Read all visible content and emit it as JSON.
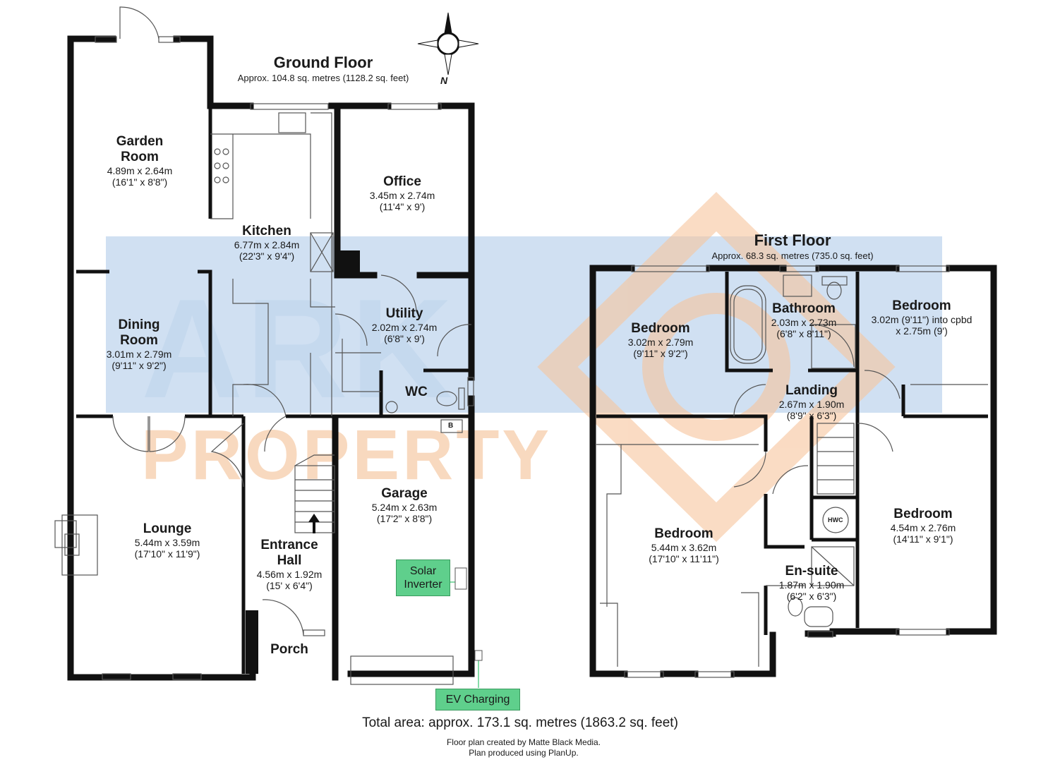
{
  "watermark": {
    "line1": "ARK",
    "line2": "PROPERTY",
    "blue": "#8fb3de",
    "orange": "#f7c49c"
  },
  "ground_floor": {
    "title": "Ground Floor",
    "area": "Approx. 104.8 sq. metres (1128.2 sq. feet)",
    "rooms": {
      "garden_room": {
        "name1": "Garden",
        "name2": "Room",
        "metric": "4.89m x 2.64m",
        "imperial": "(16'1\" x 8'8\")"
      },
      "kitchen": {
        "name": "Kitchen",
        "metric": "6.77m x 2.84m",
        "imperial": "(22'3\" x 9'4\")"
      },
      "office": {
        "name": "Office",
        "metric": "3.45m x 2.74m",
        "imperial": "(11'4\" x 9')"
      },
      "dining_room": {
        "name1": "Dining",
        "name2": "Room",
        "metric": "3.01m x 2.79m",
        "imperial": "(9'11\" x 9'2\")"
      },
      "utility": {
        "name": "Utility",
        "metric": "2.02m x 2.74m",
        "imperial": "(6'8\" x 9')"
      },
      "wc": {
        "name": "WC"
      },
      "lounge": {
        "name": "Lounge",
        "metric": "5.44m x 3.59m",
        "imperial": "(17'10\" x 11'9\")"
      },
      "entrance_hall": {
        "name1": "Entrance",
        "name2": "Hall",
        "metric": "4.56m x 1.92m",
        "imperial": "(15' x 6'4\")"
      },
      "garage": {
        "name": "Garage",
        "metric": "5.24m x 2.63m",
        "imperial": "(17'2\" x 8'8\")"
      },
      "porch": {
        "name": "Porch"
      }
    },
    "boiler_label": "B",
    "solar_inverter": {
      "line1": "Solar",
      "line2": "Inverter"
    },
    "ev_charging": "EV Charging"
  },
  "first_floor": {
    "title": "First Floor",
    "area": "Approx. 68.3 sq. metres (735.0 sq. feet)",
    "rooms": {
      "bedroom_front_left": {
        "name": "Bedroom",
        "metric": "3.02m x 2.79m",
        "imperial": "(9'11\" x 9'2\")"
      },
      "bathroom": {
        "name": "Bathroom",
        "metric": "2.03m x 2.73m",
        "imperial": "(6'8\" x 8'11\")"
      },
      "bedroom_front_right": {
        "name": "Bedroom",
        "metric": "3.02m (9'11\") into cpbd",
        "imperial": "x 2.75m (9')"
      },
      "landing": {
        "name": "Landing",
        "metric": "2.67m x 1.90m",
        "imperial": "(8'9\" x 6'3\")"
      },
      "bedroom_master": {
        "name": "Bedroom",
        "metric": "5.44m x 3.62m",
        "imperial": "(17'10\" x 11'11\")"
      },
      "bedroom_rear_right": {
        "name": "Bedroom",
        "metric": "4.54m x 2.76m",
        "imperial": "(14'11\" x 9'1\")"
      },
      "ensuite": {
        "name": "En-suite",
        "metric": "1.87m x 1.90m",
        "imperial": "(6'2\" x 6'3\")"
      }
    },
    "hwc_label": "HWC"
  },
  "compass": {
    "label": "N"
  },
  "total_area": "Total area: approx. 173.1 sq. metres (1863.2 sq. feet)",
  "credits": {
    "line1": "Floor plan created by Matte Black Media.",
    "line2": "Plan produced using PlanUp."
  },
  "colors": {
    "wall": "#111111",
    "line": "#555555",
    "tag_fill": "#5fcf8c"
  }
}
